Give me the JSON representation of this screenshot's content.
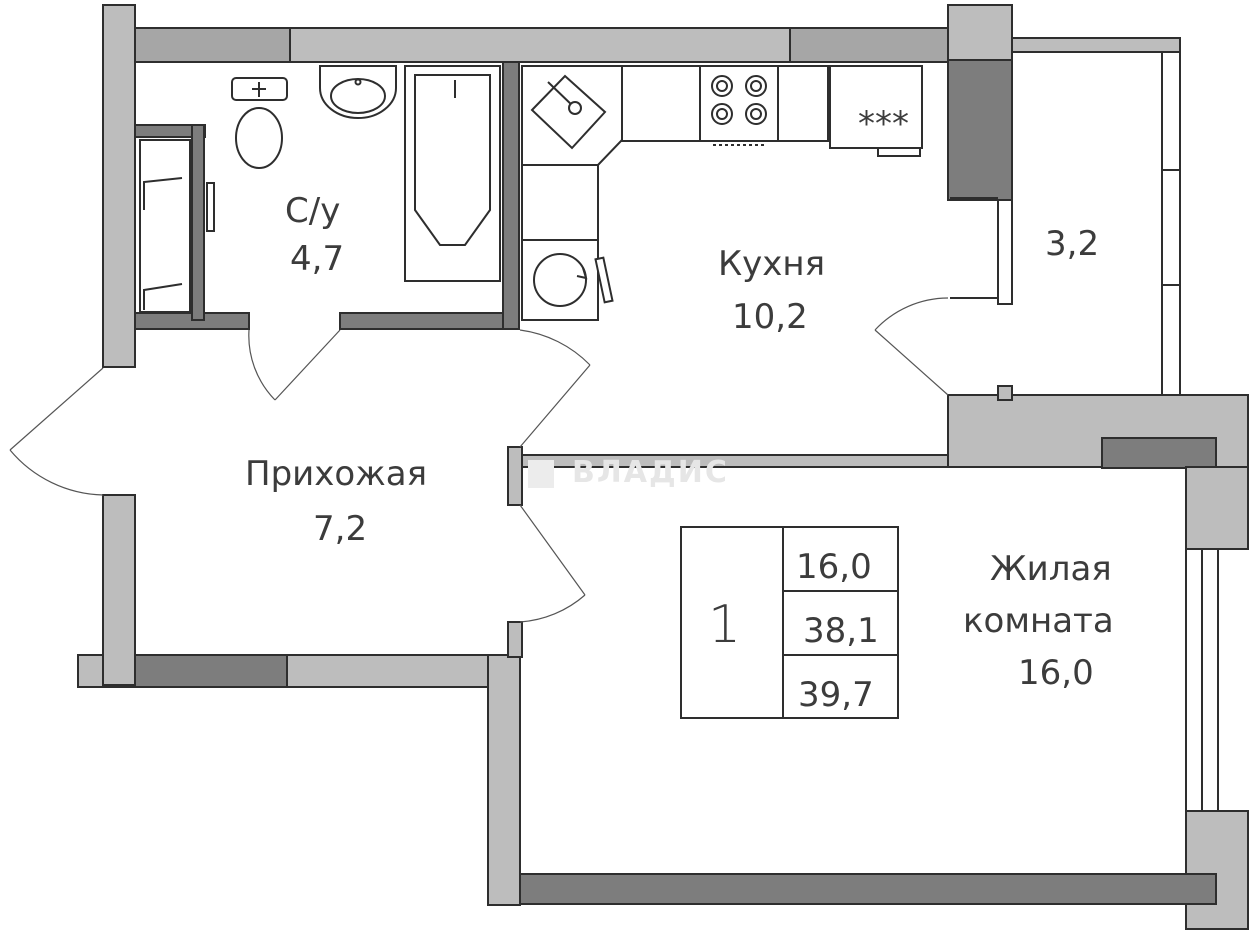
{
  "rooms": {
    "bathroom": {
      "name": "С/у",
      "area": "4,7"
    },
    "kitchen": {
      "name": "Кухня",
      "area": "10,2"
    },
    "balcony": {
      "area": "3,2"
    },
    "hallway": {
      "name": "Прихожая",
      "area": "7,2"
    },
    "living": {
      "name_line1": "Жилая",
      "name_line2": "комната",
      "area": "16,0"
    }
  },
  "summary": {
    "rooms_count": "1",
    "living_area": "16,0",
    "total_area": "38,1",
    "total_with_balcony": "39,7"
  },
  "fixtures": {
    "stove_marks": "***"
  },
  "watermark": {
    "text": "ВЛАДИС"
  },
  "colors": {
    "wall_dark": "#7d7d7d",
    "wall_light": "#bdbdbd",
    "outline": "#2e2e2e"
  }
}
